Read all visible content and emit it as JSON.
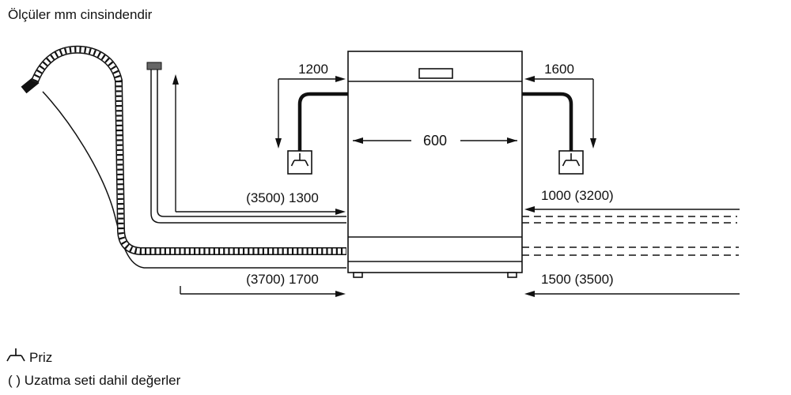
{
  "title": "Ölçüler mm cinsindendir",
  "dims": {
    "cable_left": "1200",
    "cable_right": "1600",
    "width": "600",
    "inlet_left": "(3500) 1300",
    "inlet_right": "1000 (3200)",
    "drain_left": "(3700) 1700",
    "drain_right": "1500 (3500)"
  },
  "legend": {
    "socket": "Priz",
    "note": "( ) Uzatma seti dahil değerler"
  },
  "icons": {
    "socket": "socket-icon"
  },
  "colors": {
    "line": "#111111",
    "background": "#ffffff"
  }
}
